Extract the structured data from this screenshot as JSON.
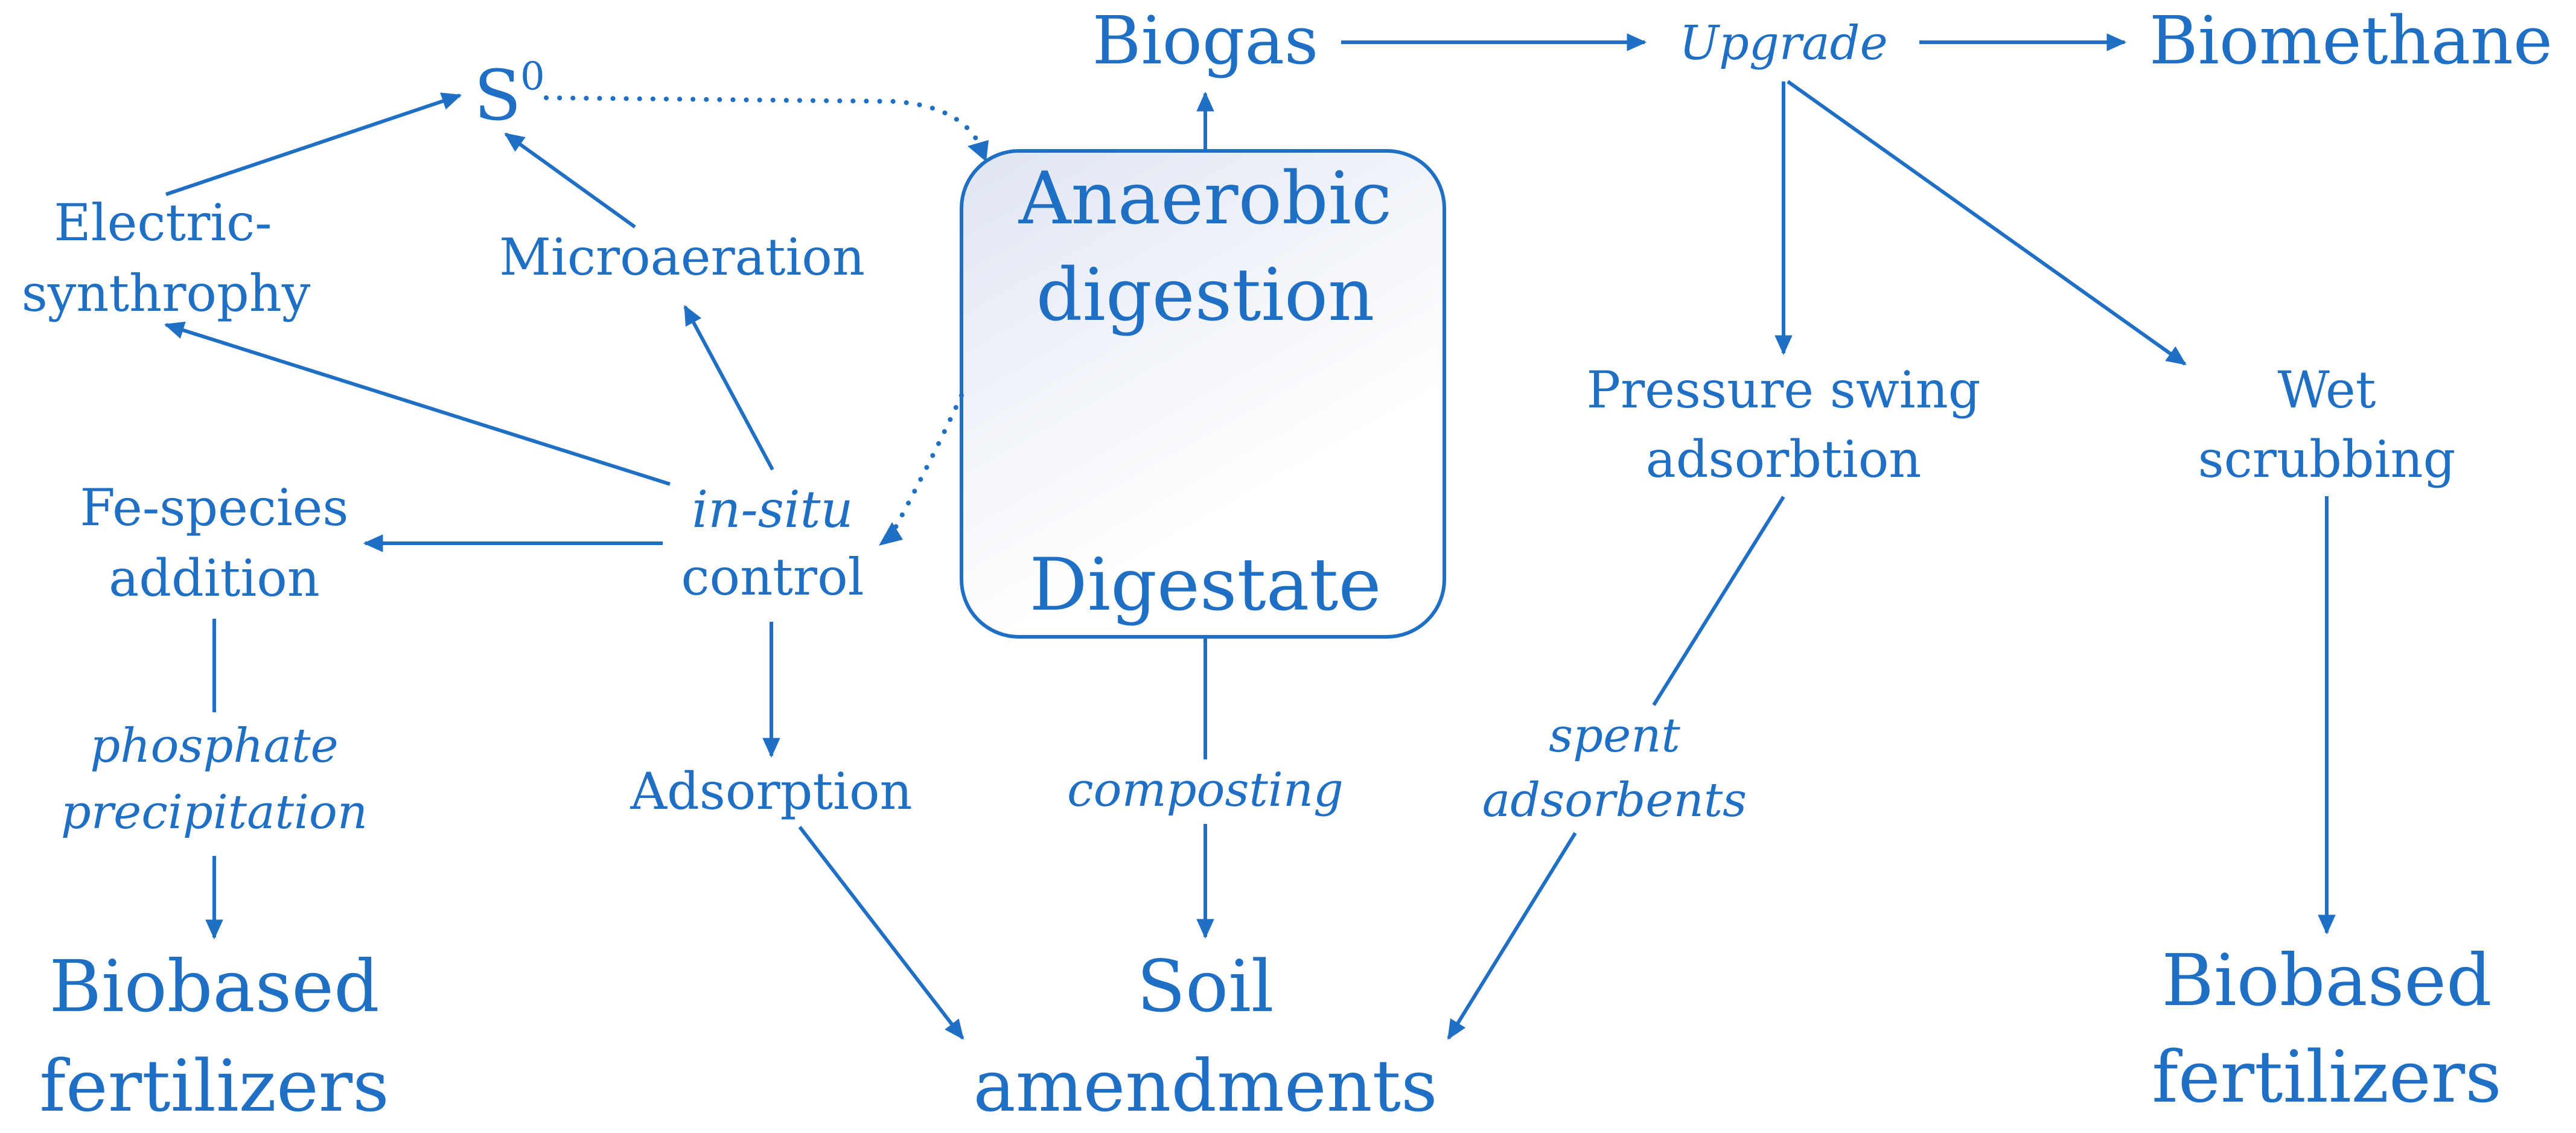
{
  "diagram": {
    "center": {
      "anaerobic_line1": "Anaerobic",
      "anaerobic_line2": "digestion",
      "digestate": "Digestate"
    },
    "top": {
      "biogas": "Biogas",
      "upgrade": "Upgrade",
      "biomethane": "Biomethane"
    },
    "left": {
      "s0_base": "S",
      "s0_sup": "0",
      "electric_line1": "Electric-",
      "electric_line2": "synthrophy",
      "microaeration": "Microaeration",
      "insitu_line1": "in-situ",
      "insitu_line2": "control",
      "fe_line1": "Fe-species",
      "fe_line2": "addition",
      "phosphate_line1": "phosphate",
      "phosphate_line2": "precipitation",
      "adsorption": "Adsorption",
      "biobased_left_line1": "Biobased",
      "biobased_left_line2": "fertilizers"
    },
    "bottom": {
      "composting": "composting",
      "soil_line1": "Soil",
      "soil_line2": "amendments"
    },
    "right": {
      "psa_line1": "Pressure swing",
      "psa_line2": "adsorbtion",
      "wet_line1": "Wet",
      "wet_line2": "scrubbing",
      "spent_line1": "spent",
      "spent_line2": "adsorbents",
      "biobased_right_line1": "Biobased",
      "biobased_right_line2": "fertilizers"
    },
    "colors": {
      "primary": "#1f6fc5",
      "box_fill_top": "#dfe5f2",
      "box_fill_bottom": "#ffffff"
    }
  }
}
